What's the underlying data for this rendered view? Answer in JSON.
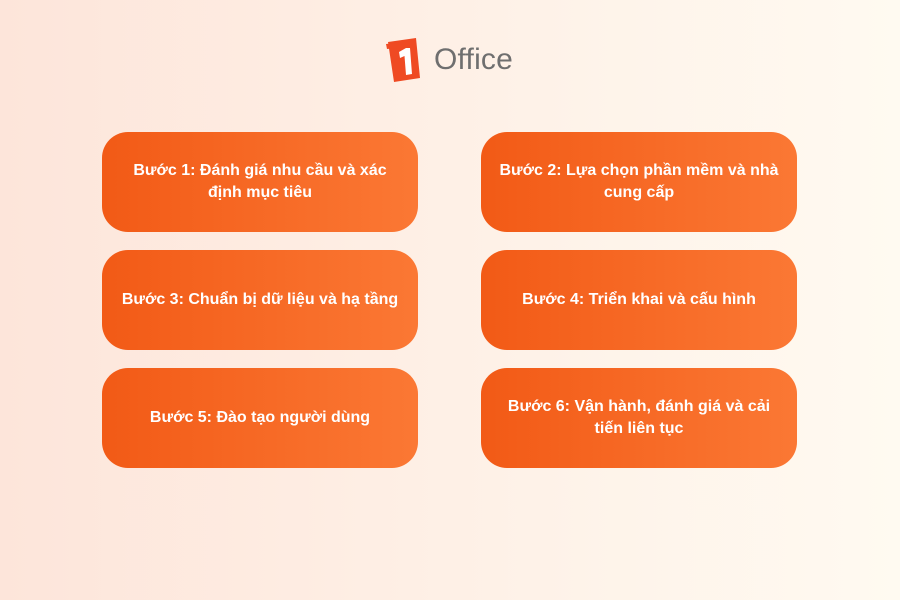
{
  "logo": {
    "mark_text": "1",
    "wordmark": "Office"
  },
  "steps": [
    {
      "label": "Bước 1: Đánh giá nhu cầu và xác định mục tiêu"
    },
    {
      "label": "Bước 2: Lựa chọn phần mềm và nhà cung cấp"
    },
    {
      "label": "Bước 3: Chuẩn bị dữ liệu và hạ tầng"
    },
    {
      "label": "Bước 4: Triển khai và cấu hình"
    },
    {
      "label": "Bước 5: Đào tạo người dùng"
    },
    {
      "label": "Bước 6: Vận hành, đánh giá và cải tiến liên tục"
    }
  ],
  "colors": {
    "card_start": "#f25a16",
    "card_end": "#fb7834",
    "logo_accent": "#ef4a23",
    "wordmark": "#6f6f6f"
  }
}
